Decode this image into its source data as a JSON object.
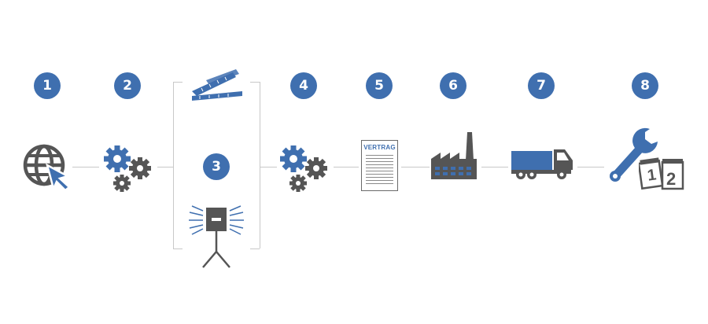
{
  "steps": [
    {
      "number": "1",
      "icon": "globe-cursor-icon"
    },
    {
      "number": "2",
      "icon": "gears-icon"
    },
    {
      "number": "3",
      "icon": "ruler-and-scanner-icon"
    },
    {
      "number": "4",
      "icon": "gears-icon"
    },
    {
      "number": "5",
      "icon": "contract-document-icon",
      "label": "VERTRAG"
    },
    {
      "number": "6",
      "icon": "factory-icon"
    },
    {
      "number": "7",
      "icon": "truck-icon"
    },
    {
      "number": "8",
      "icon": "wrench-calendar-icon",
      "calendar": [
        "1",
        "2"
      ]
    }
  ],
  "colors": {
    "accent": "#3f6faf",
    "dark": "#555555",
    "connector": "#c8c8c8"
  }
}
